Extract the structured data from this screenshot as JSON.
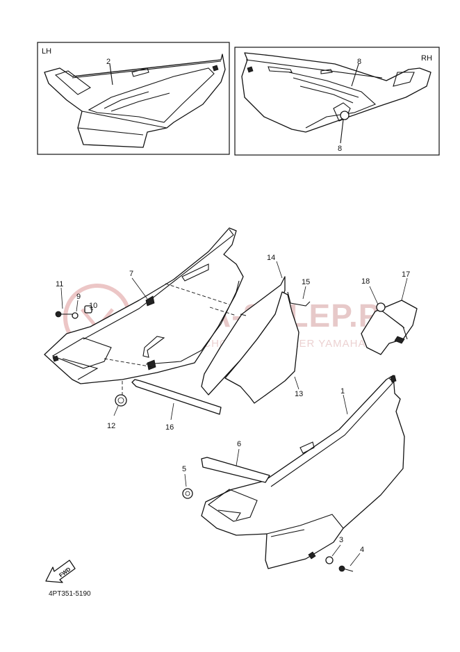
{
  "inset_left": {
    "side_label": "LH",
    "callouts": [
      "2"
    ]
  },
  "inset_right": {
    "side_label": "RH",
    "callouts": [
      "8",
      "8"
    ]
  },
  "callouts": [
    "1",
    "3",
    "4",
    "5",
    "6",
    "7",
    "9",
    "10",
    "11",
    "12",
    "13",
    "14",
    "15",
    "16",
    "17",
    "18"
  ],
  "fwd_label": "FWD",
  "diagram_code": "4PT351-5190",
  "watermark": {
    "main": "YAMA-SKLEP.P",
    "sub": "WOJCIECHOWICZ · DEALER YAMAHA"
  }
}
